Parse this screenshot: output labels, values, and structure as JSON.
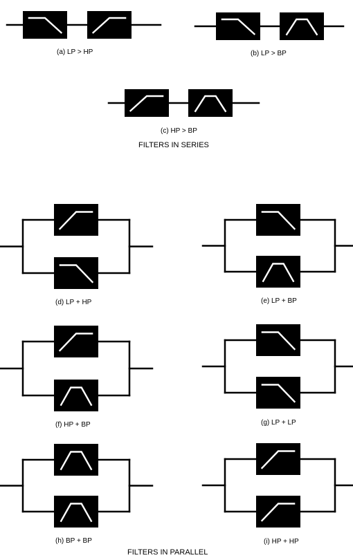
{
  "series": {
    "title": "FILTERS IN SERIES",
    "diagrams": [
      {
        "label": "(a) LP > HP",
        "filters": [
          "LP",
          "HP"
        ]
      },
      {
        "label": "(b) LP > BP",
        "filters": [
          "LP",
          "BP"
        ]
      },
      {
        "label": "(c) HP > BP",
        "filters": [
          "HP",
          "BP"
        ]
      }
    ]
  },
  "parallel": {
    "title": "FILTERS IN PARALLEL",
    "diagrams": [
      {
        "label": "(d) LP + HP",
        "filters": [
          "HP",
          "LP"
        ]
      },
      {
        "label": "(e) LP + BP",
        "filters": [
          "LP",
          "BP"
        ]
      },
      {
        "label": "(f) HP + BP",
        "filters": [
          "HP",
          "BP"
        ]
      },
      {
        "label": "(g) LP + LP",
        "filters": [
          "LP",
          "LP"
        ]
      },
      {
        "label": "(h) BP + BP",
        "filters": [
          "BP",
          "BP"
        ]
      },
      {
        "label": "(i) HP + HP",
        "filters": [
          "HP",
          "HP"
        ]
      }
    ]
  },
  "icon_names": {
    "LP": "lowpass-filter-icon",
    "HP": "highpass-filter-icon",
    "BP": "bandpass-filter-icon"
  }
}
